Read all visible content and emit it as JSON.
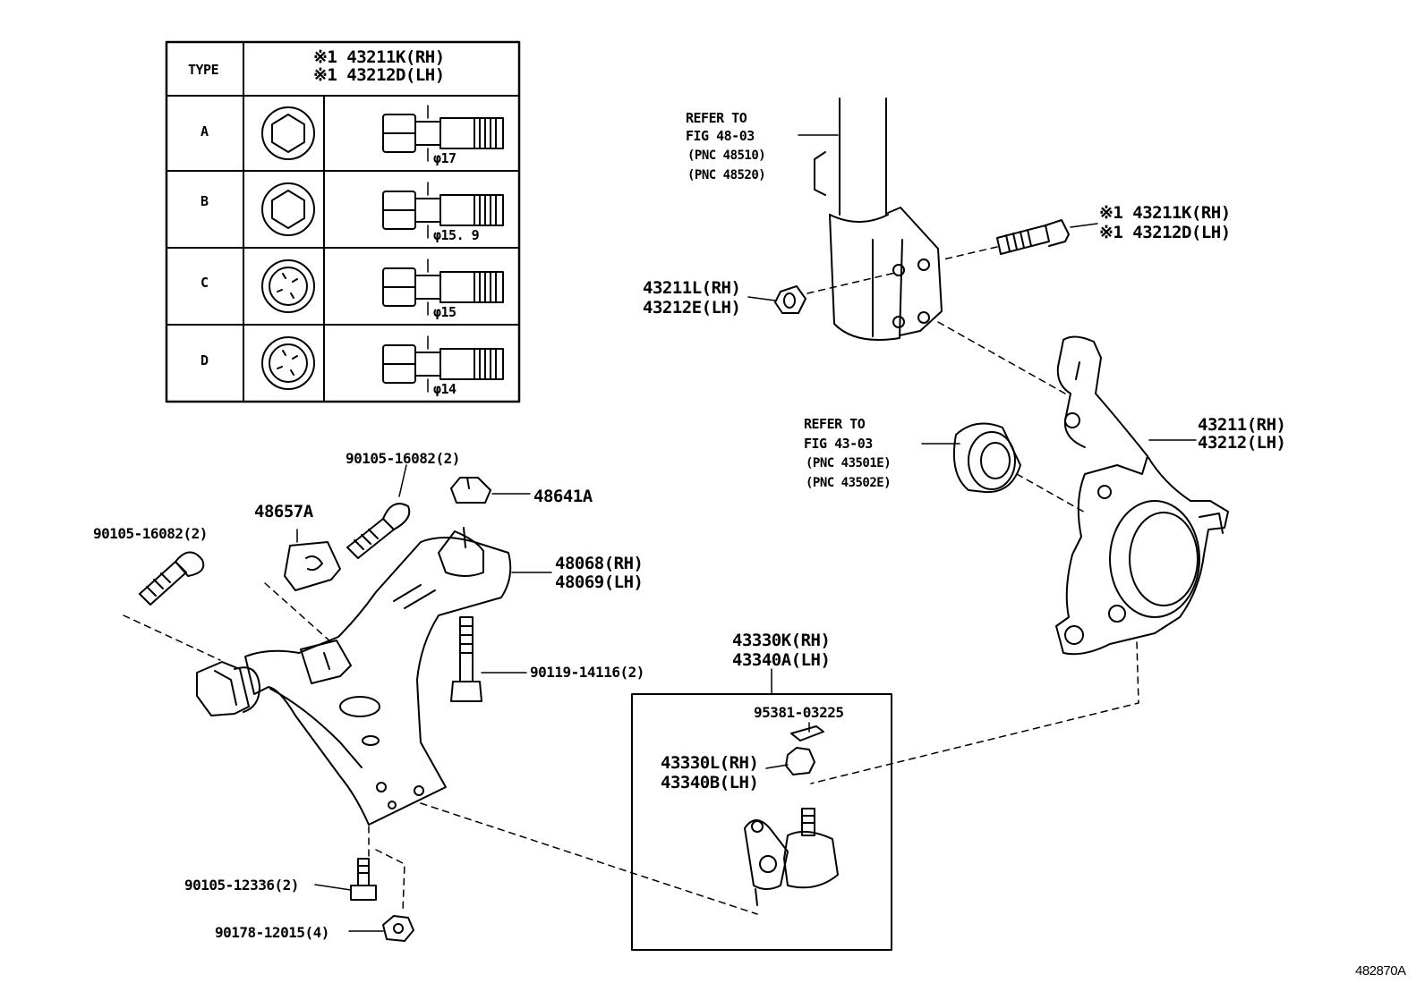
{
  "type_table": {
    "header_type": "TYPE",
    "header_rh": "※1 43211K(RH)",
    "header_lh": "※1 43212D(LH)",
    "rows": [
      {
        "type": "A",
        "dia": "φ17"
      },
      {
        "type": "B",
        "dia": "φ15. 9"
      },
      {
        "type": "C",
        "dia": "φ15"
      },
      {
        "type": "D",
        "dia": "φ14"
      }
    ]
  },
  "refer_strut": {
    "line1": "REFER TO",
    "line2": "FIG 48-03",
    "pnc1": "(PNC 48510)",
    "pnc2": "(PNC 48520)"
  },
  "refer_hub": {
    "line1": "REFER TO",
    "line2": "FIG 43-03",
    "pnc1": "(PNC 43501E)",
    "pnc2": "(PNC 43502E)"
  },
  "parts": {
    "bolt_rh": "※1 43211K(RH)",
    "bolt_lh": "※1 43212D(LH)",
    "nut_rh": "43211L(RH)",
    "nut_lh": "43212E(LH)",
    "knuckle_rh": "43211(RH)",
    "knuckle_lh": "43212(LH)",
    "bolt_top": "90105-16082(2)",
    "bolt_left": "90105-16082(2)",
    "bracket": "48657A",
    "nut_48641": "48641A",
    "arm_rh": "48068(RH)",
    "arm_lh": "48069(LH)",
    "bolt_90119": "90119-14116(2)",
    "balljoint_rh": "43330K(RH)",
    "balljoint_lh": "43340A(LH)",
    "cotter_pin": "95381-03225",
    "bj_nut_rh": "43330L(RH)",
    "bj_nut_lh": "43340B(LH)",
    "bolt_12336": "90105-12336(2)",
    "nut_12015": "90178-12015(4)"
  },
  "figure_id": "482870A"
}
